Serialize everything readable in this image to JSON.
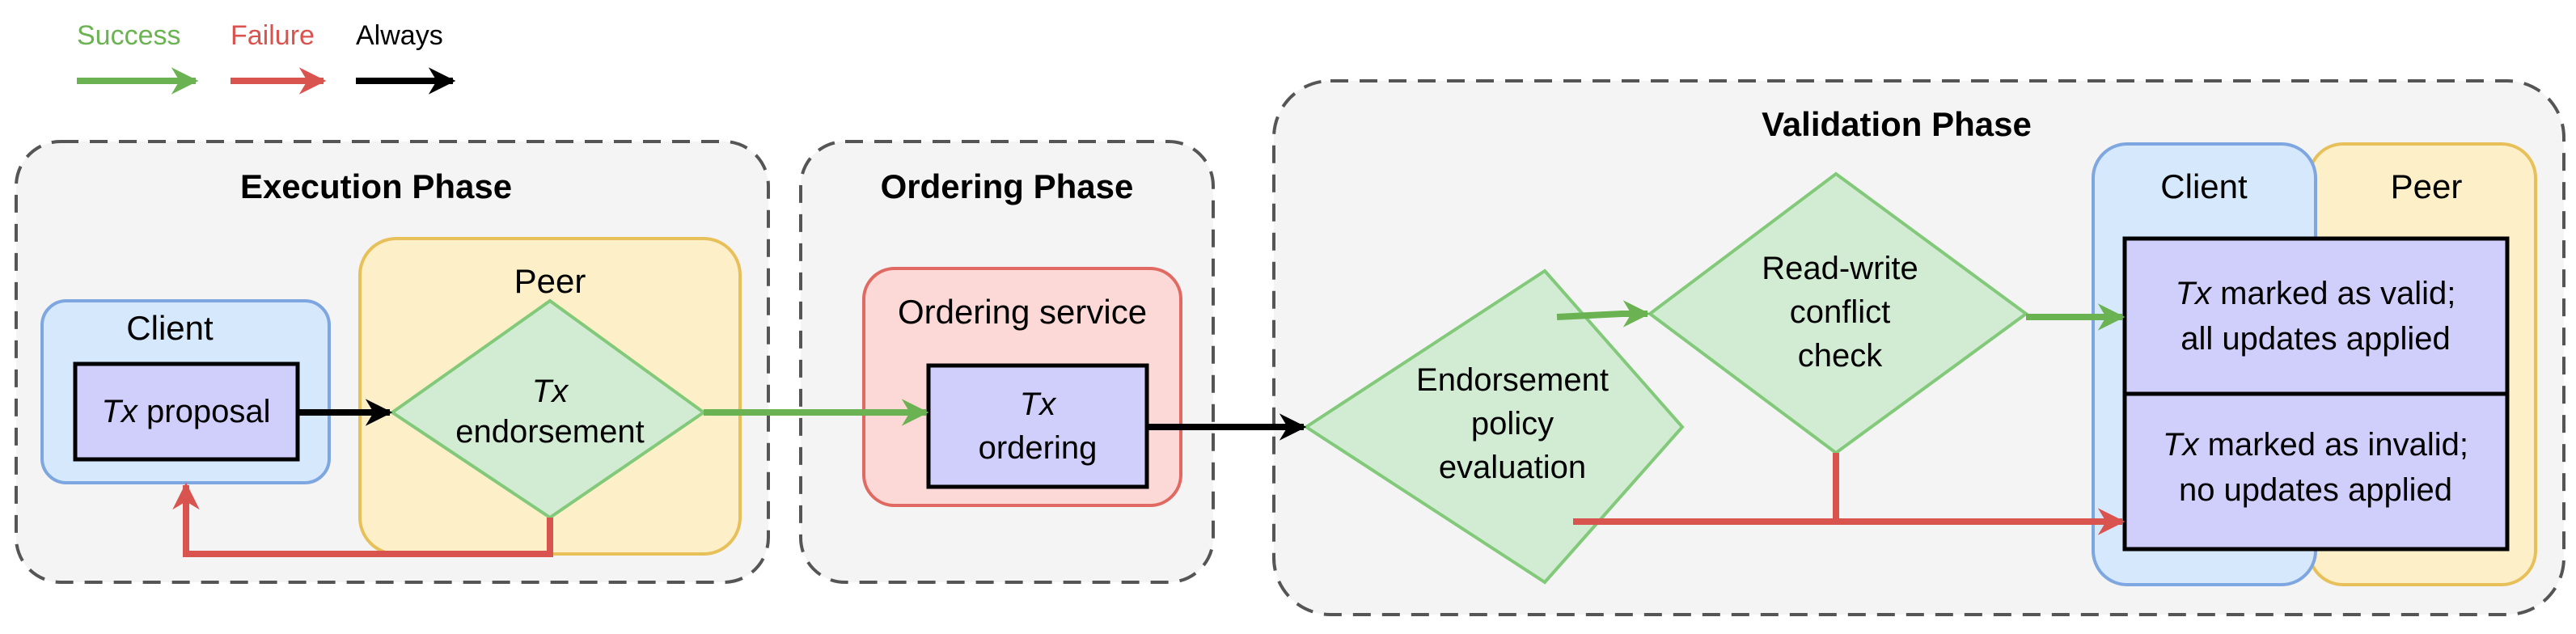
{
  "legend": {
    "success": "Success",
    "failure": "Failure",
    "always": "Always"
  },
  "colors": {
    "success": "#6bb352",
    "failure": "#d9534f",
    "always": "#000000",
    "phase_bg": "#f4f4f4",
    "client_fill": "#d6e8fb",
    "client_stroke": "#7ea6e0",
    "peer_fill": "#fdefc8",
    "peer_stroke": "#e8c05a",
    "ordering_fill": "#fcd9d6",
    "ordering_stroke": "#e06a62",
    "process_fill": "#d0cefb",
    "decision_fill": "#d2ecd4",
    "decision_stroke": "#82c97a"
  },
  "phases": {
    "execution": "Execution Phase",
    "ordering": "Ordering Phase",
    "validation": "Validation Phase"
  },
  "execution": {
    "client_label": "Client",
    "peer_label": "Peer",
    "proposal_tx": "Tx",
    "proposal_rest": " proposal",
    "endorsement_tx": "Tx",
    "endorsement_label": "endorsement"
  },
  "ordering": {
    "service_label": "Ordering service",
    "ordering_tx": "Tx",
    "ordering_label": "ordering"
  },
  "validation": {
    "policy_line1": "Endorsement",
    "policy_line2": "policy",
    "policy_line3": "evaluation",
    "rw_line1": "Read-write",
    "rw_line2": "conflict",
    "rw_line3": "check",
    "client_label": "Client",
    "peer_label": "Peer",
    "valid_tx": "Tx",
    "valid_rest": " marked as valid;",
    "valid_line2": "all updates applied",
    "invalid_tx": "Tx",
    "invalid_rest": " marked as invalid;",
    "invalid_line2": "no updates applied"
  }
}
